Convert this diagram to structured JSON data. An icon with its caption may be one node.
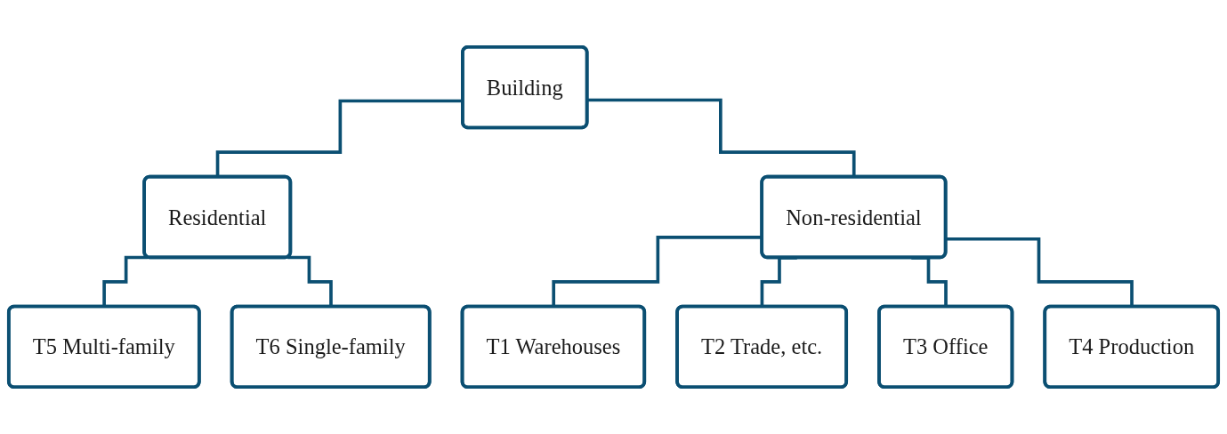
{
  "diagram": {
    "nodes": [
      {
        "text": [
          "Building"
        ]
      },
      {
        "text": [
          "Residential"
        ]
      },
      {
        "text": [
          "Non-residential"
        ]
      },
      {
        "text": [
          "T5 Multi-family"
        ]
      },
      {
        "text": [
          "T6 Single-family"
        ]
      },
      {
        "text": [
          "T1 Warehouses"
        ]
      },
      {
        "text": [
          "T2 Trade, etc."
        ]
      },
      {
        "text": [
          "T3 Office"
        ]
      },
      {
        "text": [
          "T4 Production"
        ]
      }
    ],
    "edges": [
      {
        "from": 0,
        "to": 1,
        "arrow": "none"
      },
      {
        "from": 0,
        "to": 2,
        "arrow": "none"
      },
      {
        "from": 1,
        "to": 3,
        "arrow": "none"
      },
      {
        "from": 1,
        "to": 4,
        "arrow": "none"
      },
      {
        "from": 2,
        "to": 5,
        "arrow": "none"
      },
      {
        "from": 2,
        "to": 6,
        "arrow": "none"
      },
      {
        "from": 2,
        "to": 7,
        "arrow": "none"
      },
      {
        "from": 2,
        "to": 8,
        "arrow": "none"
      }
    ]
  }
}
